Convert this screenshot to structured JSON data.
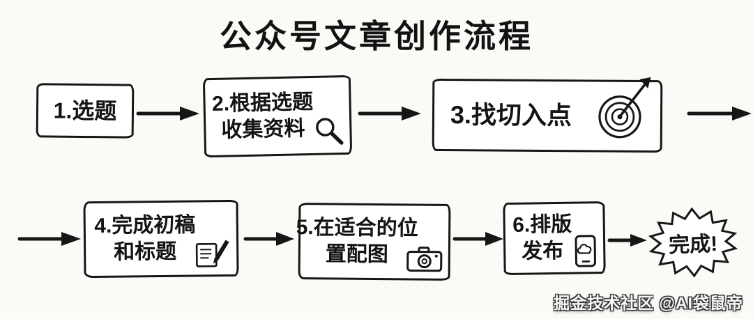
{
  "page": {
    "title": "公众号文章创作流程",
    "watermark": "掘金技术社区 @AI袋鼠帝"
  },
  "flow": {
    "steps": [
      {
        "id": 1,
        "lines": [
          "1.选题"
        ],
        "icon": "none"
      },
      {
        "id": 2,
        "lines": [
          "2.根据选题",
          "收集资料"
        ],
        "icon": "magnifier-icon"
      },
      {
        "id": 3,
        "lines": [
          "3.找切入点"
        ],
        "icon": "target-dart-icon"
      },
      {
        "id": 4,
        "lines": [
          "4.完成初稿",
          "和标题"
        ],
        "icon": "memo-pencil-icon"
      },
      {
        "id": 5,
        "lines": [
          "5.在适合的位",
          "置配图"
        ],
        "icon": "camera-icon"
      },
      {
        "id": 6,
        "lines": [
          "6.排版",
          "发布"
        ],
        "icon": "phone-upload-icon"
      }
    ],
    "end": {
      "label": "完成!"
    }
  },
  "colors": {
    "ink": "#161616",
    "background": "#fbfaf6",
    "paper": "#ffffff"
  }
}
